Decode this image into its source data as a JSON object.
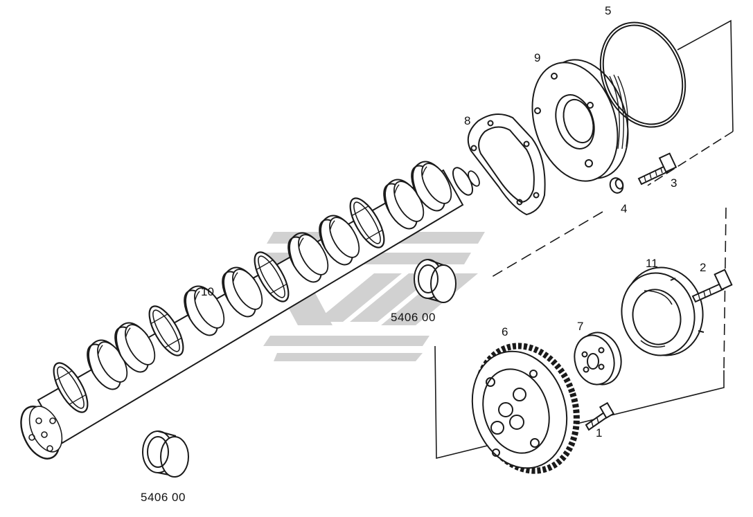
{
  "callouts": {
    "c1": "1",
    "c2": "2",
    "c3": "3",
    "c4": "4",
    "c5": "5",
    "c6": "6",
    "c7": "7",
    "c8": "8",
    "c9": "9",
    "c10": "10",
    "c11": "11"
  },
  "references": {
    "bushing_ref_upper": "5406 00",
    "bushing_ref_lower": "5406 00"
  },
  "colors": {
    "line": "#1a1a1a",
    "watermark": "#c9c9c9"
  }
}
